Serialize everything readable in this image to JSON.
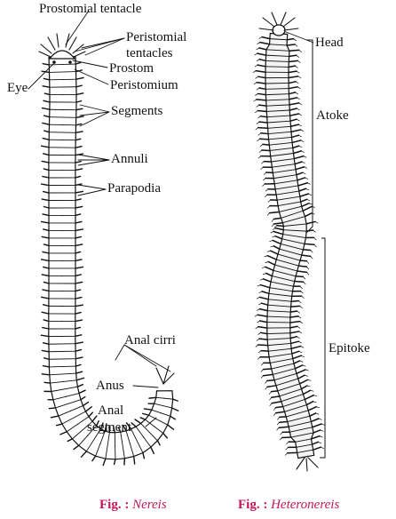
{
  "figure_left": {
    "labels": {
      "prostomial_tentacle": "Prostomial tentacle",
      "peristomial_tentacles_line1": "Peristomial",
      "peristomial_tentacles_line2": "tentacles",
      "prostom": "Prostom",
      "peristomium": "Peristomium",
      "eye": "Eye",
      "segments": "Segments",
      "annuli": "Annuli",
      "parapodia": "Parapodia",
      "anal_cirri": "Anal cirri",
      "anus": "Anus",
      "anal_segment_line1": "Anal",
      "anal_segment_line2": "segment"
    },
    "caption": {
      "prefix": "Fig. :",
      "name": "Nereis"
    }
  },
  "figure_right": {
    "labels": {
      "head": "Head",
      "atoke": "Atoke",
      "epitoke": "Epitoke"
    },
    "caption": {
      "prefix": "Fig. :",
      "name": "Heteronereis"
    }
  },
  "colors": {
    "ink": "#111111",
    "caption": "#c2185b"
  }
}
